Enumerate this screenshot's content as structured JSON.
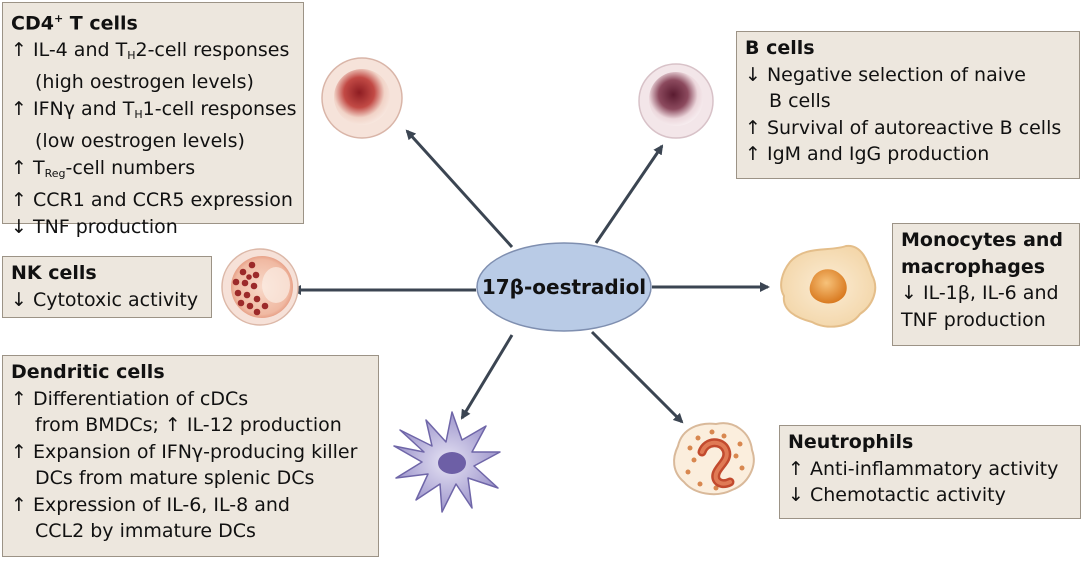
{
  "center": {
    "label": "17β-oestradiol"
  },
  "cd4": {
    "title_main": "CD4",
    "title_sup": "+",
    "title_rest": " T cells",
    "l1_a": "↑ IL-4 and T",
    "l1_sub": "H",
    "l1_b": "2-cell responses",
    "l2": "(high oestrogen levels)",
    "l3_a": "↑ IFNγ and T",
    "l3_sub": "H",
    "l3_b": "1-cell responses",
    "l4": "(low oestrogen levels)",
    "l5_a": "↑ T",
    "l5_sub": "Reg",
    "l5_b": "-cell numbers",
    "l6": "↑ CCR1 and CCR5 expression",
    "l7": "↓ TNF production"
  },
  "nk": {
    "title": "NK cells",
    "l1": "↓ Cytotoxic activity"
  },
  "dendritic": {
    "title": "Dendritic cells",
    "l1": "↑ Differentiation of cDCs",
    "l2": "from BMDCs; ↑ IL-12 production",
    "l3": "↑ Expansion of IFNγ-producing killer",
    "l4": "DCs from mature splenic DCs",
    "l5": "↑ Expression of IL-6, IL-8 and",
    "l6": "CCL2 by immature DCs"
  },
  "bcells": {
    "title": "B cells",
    "l1": "↓ Negative selection of naive",
    "l2": "B cells",
    "l3": "↑ Survival of autoreactive B cells",
    "l4": "↑ IgM and IgG production"
  },
  "mono": {
    "title1": "Monocytes and",
    "title2": "macrophages",
    "l1": "↓ IL-1β, IL-6 and",
    "l2": "TNF production"
  },
  "neutro": {
    "title": "Neutrophils",
    "l1": "↑ Anti-inflammatory activity",
    "l2": "↓ Chemotactic activity"
  },
  "colors": {
    "box_fill": "#ede7de",
    "box_border": "#9c9386",
    "arrow": "#3b4552",
    "center_fill": "#b9cbe6",
    "center_stroke": "#7f8fb0",
    "t_cell": "#b8433f",
    "b_cell": "#7d3c50",
    "nk_cell": "#c2534a",
    "macrophage": "#e29a3a",
    "dendritic": "#8c84c0",
    "neutrophil": "#c85a3c"
  }
}
